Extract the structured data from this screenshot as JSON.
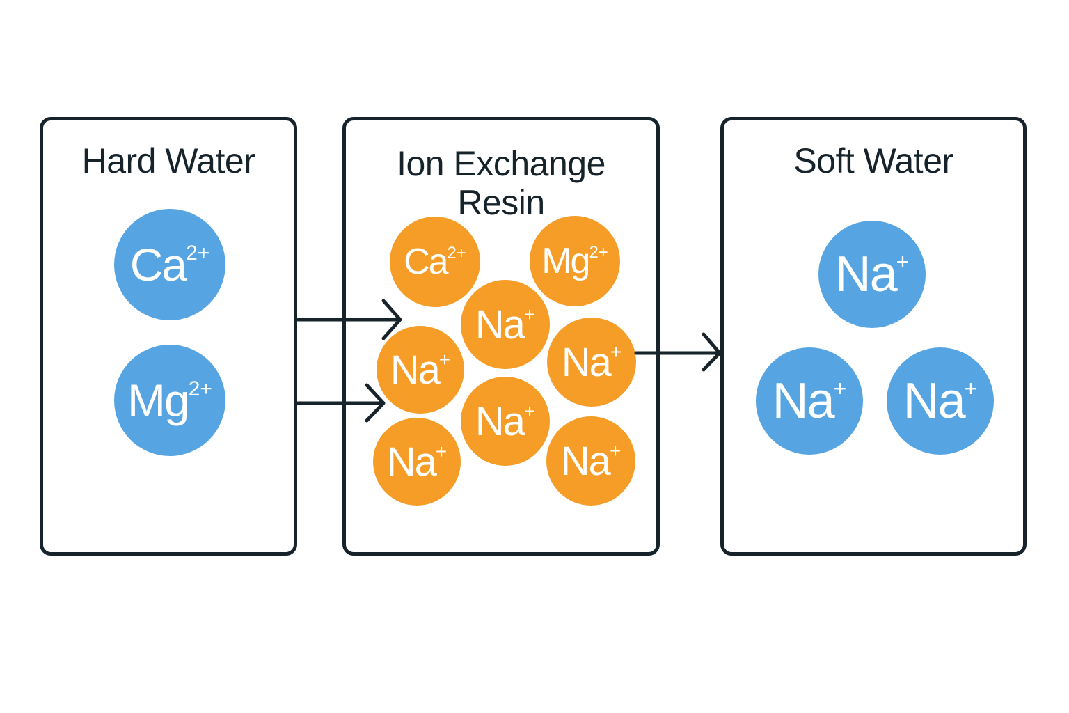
{
  "colors": {
    "outline": "#16232b",
    "hard_ion": "#56a5e2",
    "resin_ion": "#f59d26",
    "soft_ion": "#56a5e2",
    "ion_text": "#ffffff"
  },
  "hard_water": {
    "title": "Hard Water",
    "ions": [
      {
        "symbol": "Ca",
        "charge": "2+"
      },
      {
        "symbol": "Mg",
        "charge": "2+"
      }
    ]
  },
  "resin": {
    "title_line1": "Ion Exchange",
    "title_line2": "Resin",
    "ions": [
      {
        "symbol": "Ca",
        "charge": "2+"
      },
      {
        "symbol": "Mg",
        "charge": "2+"
      },
      {
        "symbol": "Na",
        "charge": "+"
      },
      {
        "symbol": "Na",
        "charge": "+"
      },
      {
        "symbol": "Na",
        "charge": "+"
      },
      {
        "symbol": "Na",
        "charge": "+"
      },
      {
        "symbol": "Na",
        "charge": "+"
      },
      {
        "symbol": "Na",
        "charge": "+"
      }
    ]
  },
  "soft_water": {
    "title": "Soft Water",
    "ions": [
      {
        "symbol": "Na",
        "charge": "+"
      },
      {
        "symbol": "Na",
        "charge": "+"
      },
      {
        "symbol": "Na",
        "charge": "+"
      }
    ]
  }
}
